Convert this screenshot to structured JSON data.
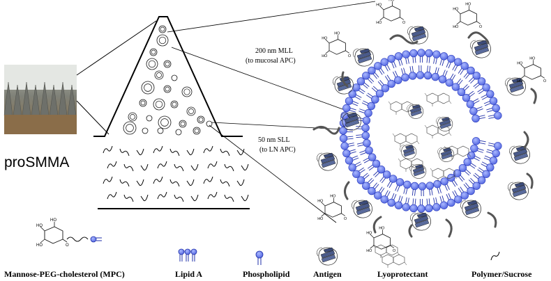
{
  "labels": {
    "device_name": "proSMMA",
    "mll_size": "200 nm MLL",
    "mll_target": "(to mucosal APC)",
    "sll_size": "50 nm SLL",
    "sll_target": "(to LN APC)"
  },
  "legend": [
    {
      "key": "mpc",
      "label": "Mannose-PEG-cholesterol (MPC)"
    },
    {
      "key": "lipid_a",
      "label": "Lipid A"
    },
    {
      "key": "phospholipid",
      "label": "Phospholipid"
    },
    {
      "key": "antigen",
      "label": "Antigen"
    },
    {
      "key": "lyoprotectant",
      "label": "Lyoprotectant"
    },
    {
      "key": "polymer",
      "label": "Polymer/Sucrose"
    }
  ],
  "colors": {
    "phospholipid": "#5b73e6",
    "phospholipid_dark": "#1f2fa8",
    "antigen": "#4a5a8a",
    "line": "#000000",
    "device_photo": "#8a8576"
  },
  "icons": [
    "mannose-sugar-icon",
    "lipid-a-icon",
    "phospholipid-icon",
    "antigen-icon",
    "lyoprotectant-icon",
    "polymer-icon"
  ]
}
